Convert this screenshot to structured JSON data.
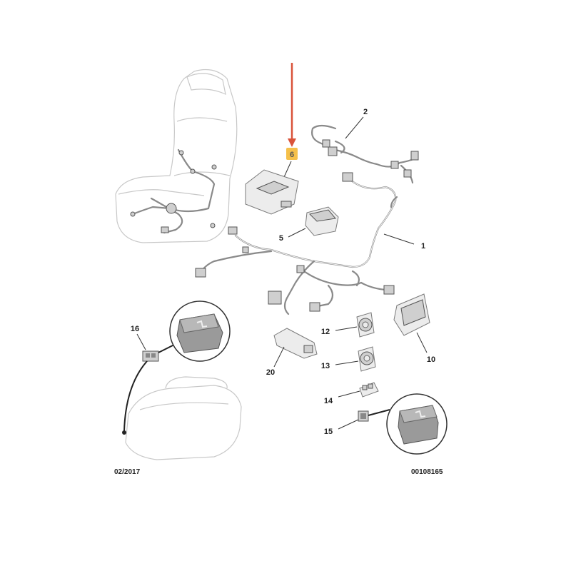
{
  "callouts": [
    {
      "id": "1",
      "label": "1"
    },
    {
      "id": "2",
      "label": "2"
    },
    {
      "id": "5",
      "label": "5"
    },
    {
      "id": "6",
      "label": "6"
    },
    {
      "id": "10",
      "label": "10"
    },
    {
      "id": "12",
      "label": "12"
    },
    {
      "id": "13",
      "label": "13"
    },
    {
      "id": "14",
      "label": "14"
    },
    {
      "id": "15",
      "label": "15"
    },
    {
      "id": "16",
      "label": "16"
    },
    {
      "id": "20",
      "label": "20"
    }
  ],
  "footer": {
    "date": "02/2017",
    "reference": "00108165"
  },
  "highlight": {
    "part": "6",
    "arrow_color": "#d9533a",
    "badge_color": "#f5c04a"
  }
}
